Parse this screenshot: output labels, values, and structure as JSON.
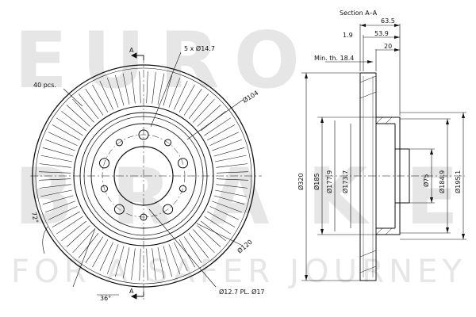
{
  "watermark": {
    "line1": "EURO",
    "line2": "BRAKE",
    "line3": "FOR A SAFER JOURNEY"
  },
  "front_view": {
    "vane_count_label": "40 pcs.",
    "bolt_holes_label": "5 x Ø14.7",
    "bolt_circle_label": "Ø104",
    "outer_ring_label": "Ø120",
    "pilot_holes_label": "Ø12.7 PL. Ø17",
    "section_marker_top": "A",
    "section_marker_bottom": "A",
    "angle_72_label": "72°",
    "angle_36_label": "36°"
  },
  "section_view": {
    "title": "Section A–A",
    "dim_63_5": "63.5",
    "dim_1_9": "1.9",
    "dim_53_9": "53.9",
    "dim_20": "20",
    "min_thickness_label": "Min. th. 18.4",
    "dia_320": "Ø320",
    "dia_185": "Ø185",
    "dia_177_9": "Ø177.9",
    "dia_173_7": "Ø173.7",
    "dia_75": "Ø75",
    "dia_184_9": "Ø184.9",
    "dia_195_1": "Ø195.1"
  }
}
